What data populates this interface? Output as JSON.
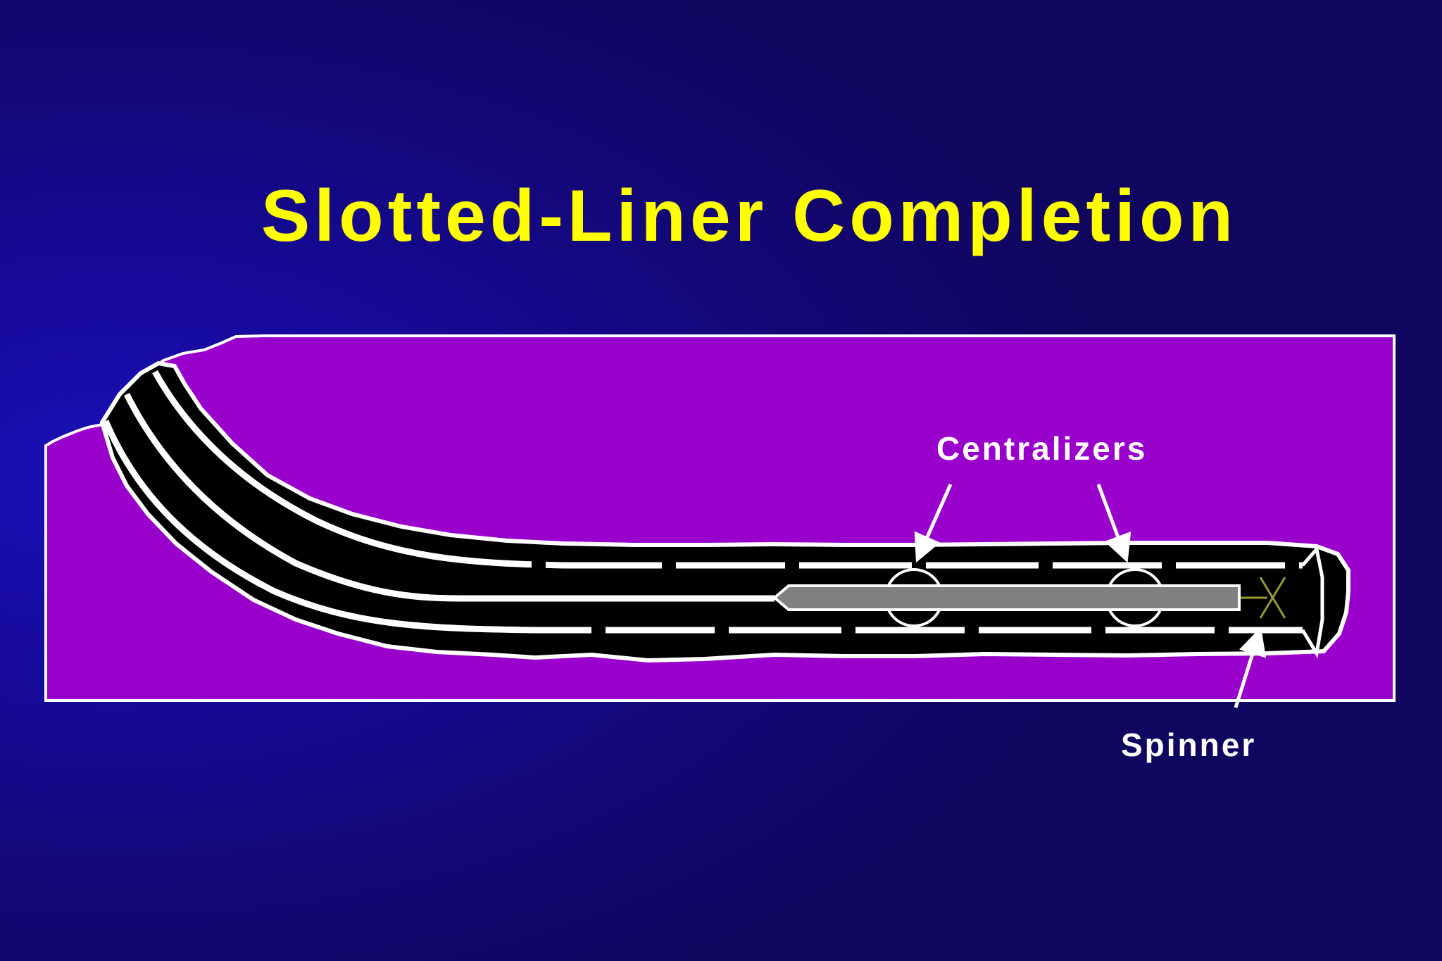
{
  "slide": {
    "title": "Slotted-Liner Completion"
  },
  "labels": {
    "centralizers": "Centralizers",
    "spinner": "Spinner"
  },
  "colors": {
    "background": "#140880",
    "title": "#ffff00",
    "formation": "#9900cc",
    "wellbore": "#000000",
    "outline": "#ffffff",
    "tool": "#808080",
    "spinner": "#999933"
  }
}
